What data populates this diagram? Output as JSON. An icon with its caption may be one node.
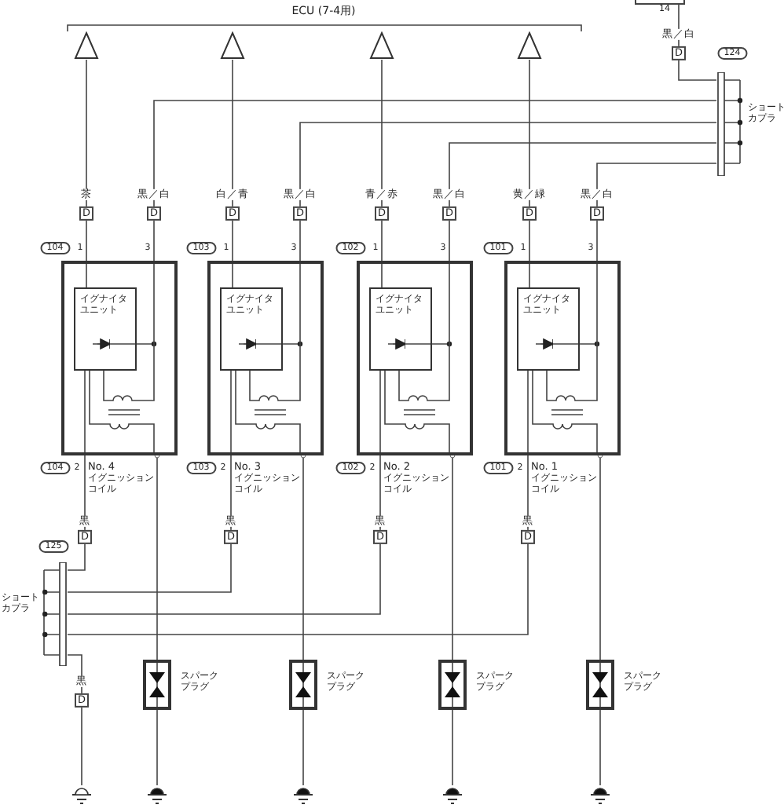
{
  "diagram": {
    "nodes": [
      {
        "text": [],
        "shape": "triangle"
      },
      {
        "text": [],
        "shape": "triangle"
      },
      {
        "text": [],
        "shape": "triangle"
      },
      {
        "text": [],
        "shape": "triangle"
      },
      {
        "text": [
          "No. 4",
          "イグニッションコイル"
        ]
      },
      {
        "text": [
          "イグナイタユニット"
        ],
        "in": 4
      },
      {
        "text": [
          "No. 3",
          "イグニッションコイル"
        ]
      },
      {
        "text": [
          "イグナイタユニット"
        ],
        "in": 6
      },
      {
        "text": [
          "No. 2",
          "イグニッションコイル"
        ]
      },
      {
        "text": [
          "イグナイタユニット"
        ],
        "in": 8
      },
      {
        "text": [
          "No. 1",
          "イグニッションコイル"
        ]
      },
      {
        "text": [
          "イグナイタユニット"
        ],
        "in": 10
      },
      {
        "text": [
          "スパークプラグ"
        ]
      },
      {
        "text": [
          "スパークプラグ"
        ]
      },
      {
        "text": [
          "スパークプラグ"
        ]
      },
      {
        "text": [
          "スパークプラグ"
        ]
      },
      {
        "text": [
          "ショートカプラ"
        ]
      },
      {
        "text": [
          "ショートカプラ"
        ]
      },
      {
        "text": [],
        "shape": "ground"
      },
      {
        "text": [],
        "shape": "ground"
      },
      {
        "text": [],
        "shape": "ground"
      },
      {
        "text": [],
        "shape": "ground"
      },
      {
        "text": [],
        "shape": "ground"
      },
      {
        "text": [],
        "shape": "box"
      }
    ],
    "edges": [
      {
        "from": 0,
        "to": 4,
        "arrow": "none",
        "label": "茶"
      },
      {
        "from": 1,
        "to": 6,
        "arrow": "none",
        "label": "白／青"
      },
      {
        "from": 2,
        "to": 8,
        "arrow": "none",
        "label": "青／赤"
      },
      {
        "from": 3,
        "to": 10,
        "arrow": "none",
        "label": "黄／緑"
      },
      {
        "from": 4,
        "to": 16,
        "arrow": "none",
        "label": "黒／白"
      },
      {
        "from": 6,
        "to": 16,
        "arrow": "none",
        "label": "黒／白"
      },
      {
        "from": 8,
        "to": 16,
        "arrow": "none",
        "label": "黒／白"
      },
      {
        "from": 10,
        "to": 16,
        "arrow": "none",
        "label": "黒／白"
      },
      {
        "from": 23,
        "to": 16,
        "arrow": "none",
        "label": "黒／白"
      },
      {
        "from": 4,
        "to": 12,
        "arrow": "other"
      },
      {
        "from": 6,
        "to": 13,
        "arrow": "other"
      },
      {
        "from": 8,
        "to": 14,
        "arrow": "other"
      },
      {
        "from": 10,
        "to": 15,
        "arrow": "other"
      },
      {
        "from": 12,
        "to": 19,
        "arrow": "none"
      },
      {
        "from": 13,
        "to": 20,
        "arrow": "none"
      },
      {
        "from": 14,
        "to": 21,
        "arrow": "none"
      },
      {
        "from": 15,
        "to": 22,
        "arrow": "none"
      },
      {
        "from": 4,
        "to": 17,
        "arrow": "none",
        "label": "黒"
      },
      {
        "from": 6,
        "to": 17,
        "arrow": "none",
        "label": "黒"
      },
      {
        "from": 8,
        "to": 17,
        "arrow": "none",
        "label": "黒"
      },
      {
        "from": 10,
        "to": 17,
        "arrow": "none",
        "label": "黒"
      },
      {
        "from": 17,
        "to": 18,
        "arrow": "none",
        "label": "黒"
      },
      {
        "from": 5,
        "to": 4,
        "arrow": "none"
      },
      {
        "from": 7,
        "to": 6,
        "arrow": "none"
      },
      {
        "from": 9,
        "to": 8,
        "arrow": "none"
      },
      {
        "from": 11,
        "to": 10,
        "arrow": "none"
      }
    ],
    "labels": [
      "14",
      "ECU (7-4用)",
      "D",
      "124",
      "D",
      "D",
      "D",
      "D",
      "D",
      "D",
      "D",
      "D",
      "104",
      "1",
      "3",
      "103",
      "1",
      "3",
      "102",
      "1",
      "3",
      "101",
      "1",
      "3",
      "104",
      "2",
      "103",
      "2",
      "102",
      "2",
      "101",
      "2",
      "D",
      "D",
      "D",
      "D",
      "125",
      "D"
    ]
  }
}
